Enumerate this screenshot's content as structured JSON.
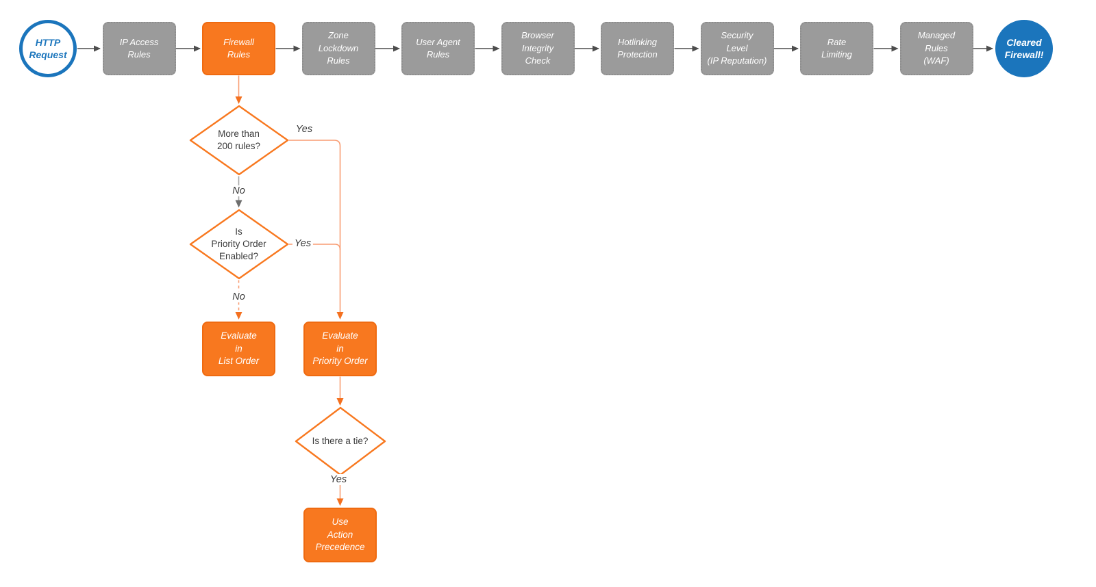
{
  "diagram": {
    "title_hint": "HTTP request firewall evaluation flowchart",
    "start": {
      "label": "HTTP\nRequest"
    },
    "steps": [
      {
        "label": "IP Access\nRules",
        "variant": "gray"
      },
      {
        "label": "Firewall\nRules",
        "variant": "orange"
      },
      {
        "label": "Zone\nLockdown\nRules",
        "variant": "gray"
      },
      {
        "label": "User Agent\nRules",
        "variant": "gray"
      },
      {
        "label": "Browser\nIntegrity\nCheck",
        "variant": "gray"
      },
      {
        "label": "Hotlinking\nProtection",
        "variant": "gray"
      },
      {
        "label": "Security\nLevel\n(IP Reputation)",
        "variant": "gray"
      },
      {
        "label": "Rate\nLimiting",
        "variant": "gray"
      },
      {
        "label": "Managed\nRules\n(WAF)",
        "variant": "gray"
      }
    ],
    "end": {
      "label": "Cleared\nFirewall!"
    },
    "decisions": [
      {
        "label": "More than\n200 rules?",
        "yes_label": "Yes",
        "no_label": "No"
      },
      {
        "label": "Is\nPriority Order\nEnabled?",
        "yes_label": "Yes",
        "no_label": "No"
      },
      {
        "label": "Is there a tie?",
        "yes_label": "Yes"
      }
    ],
    "actions": [
      {
        "label": "Evaluate\nin\nList Order"
      },
      {
        "label": "Evaluate\nin\nPriority Order"
      },
      {
        "label": "Use\nAction\nPrecedence"
      }
    ],
    "colors": {
      "node_orange": "#F8781F",
      "node_gray": "#9B9B9B",
      "terminal_blue": "#1B75BC",
      "pipeline_arrow": "#4D4D4D",
      "branch_line_orange": "#F89C72",
      "branch_arrowhead_orange": "#F4701F",
      "branch_line_gray": "#A6A6A6",
      "branch_arrowhead_gray": "#6E6E6E",
      "diamond_border": "#F8781F",
      "text_dark": "#3A3A3A"
    }
  }
}
